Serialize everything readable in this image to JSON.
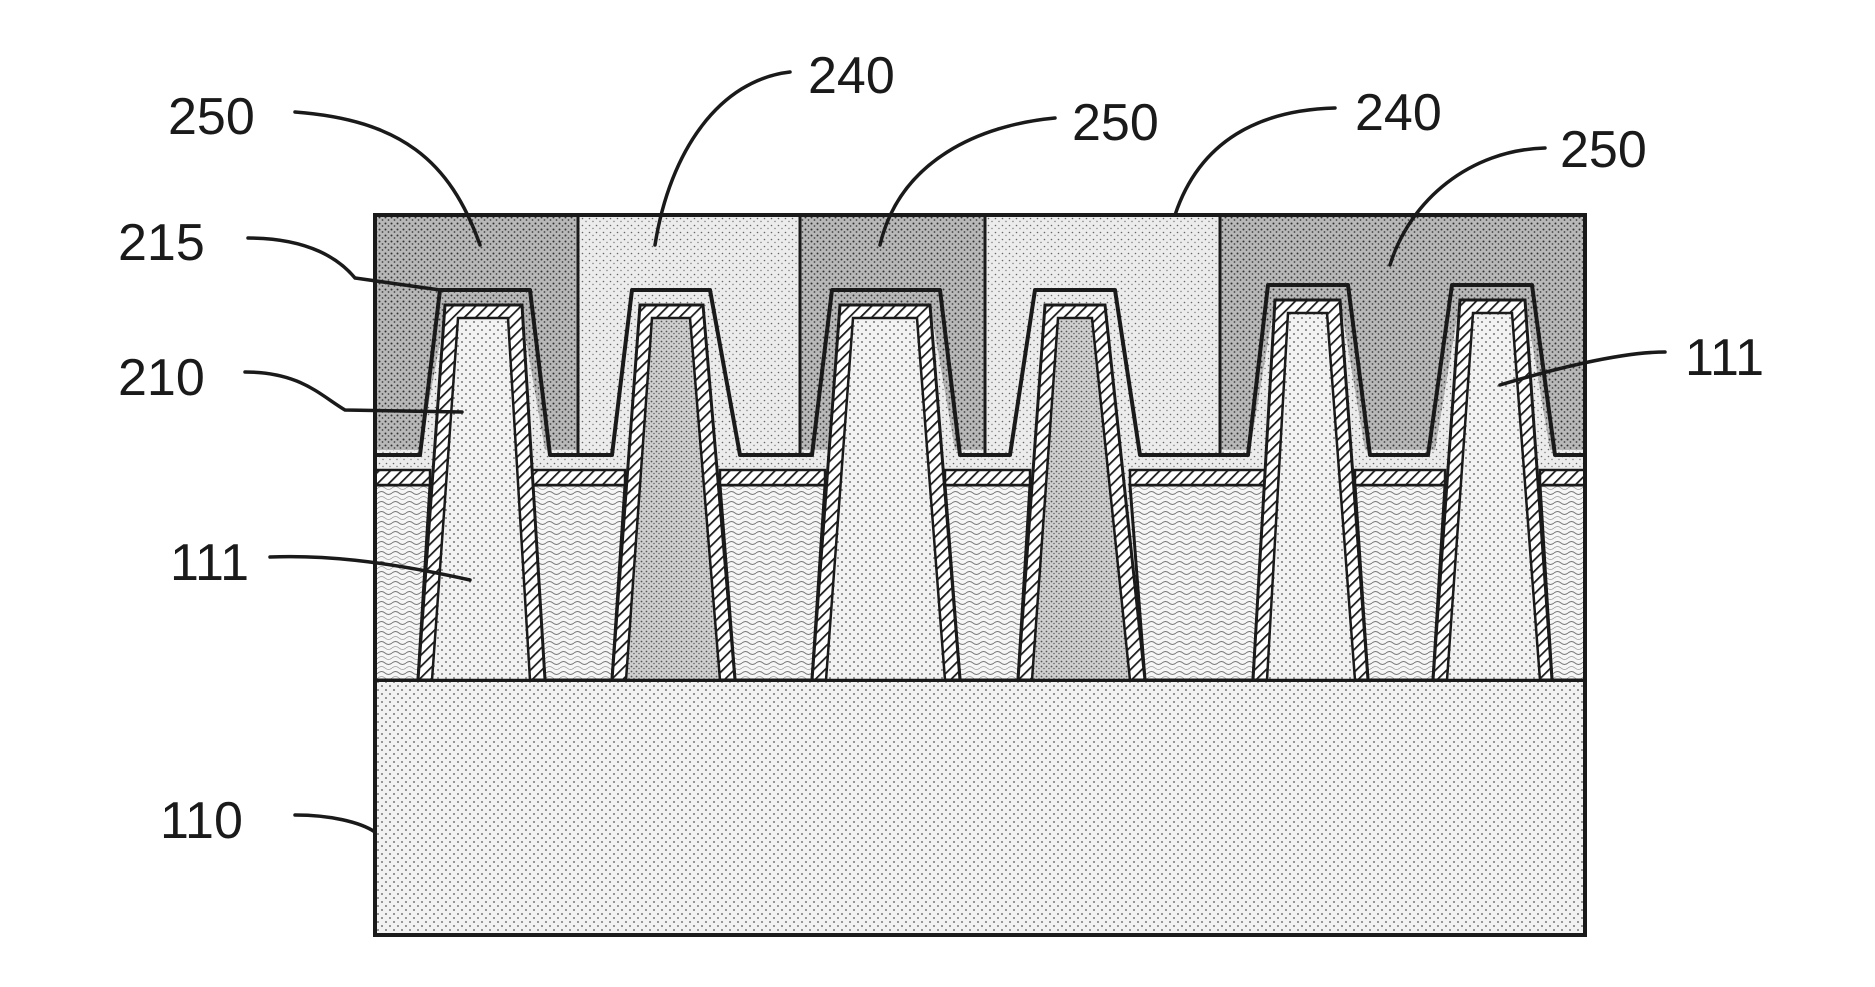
{
  "figure": {
    "labels": {
      "substrate": "110",
      "fin_left": "111",
      "fin_right": "111",
      "liner": "210",
      "cap_layer": "215",
      "gate_a": "240",
      "gate_b": "240",
      "fill_a": "250",
      "fill_b": "250",
      "fill_c": "250"
    },
    "colors": {
      "ink": "#1a1a1a",
      "background": "#ffffff",
      "substrate_fill": "#eeeeee",
      "light_fill": "#e3e3e3",
      "dark_fill": "#a9a9a9",
      "core_fill": "#c9c9c9",
      "oxide_fill": "#f5f5f5"
    }
  }
}
